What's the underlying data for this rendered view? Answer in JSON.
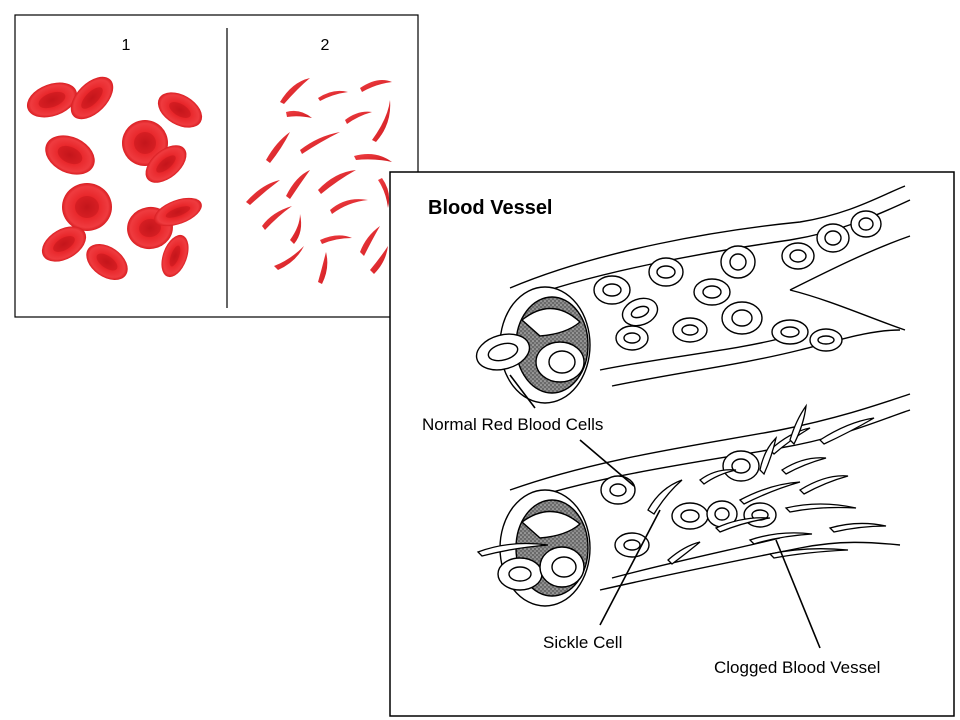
{
  "panel_top": {
    "label_1": "1",
    "label_2": "2"
  },
  "blood_vessel": {
    "title": "Blood Vessel",
    "callouts": {
      "normal": "Normal Red Blood Cells",
      "sickle": "Sickle Cell",
      "clogged": "Clogged Blood Vessel"
    }
  },
  "colors": {
    "cell_red": "#e8262a",
    "cell_dark": "#c4151b",
    "cell_light": "#f45a5e",
    "ink": "#000000",
    "lumen_shade": "#8a8a8a"
  }
}
